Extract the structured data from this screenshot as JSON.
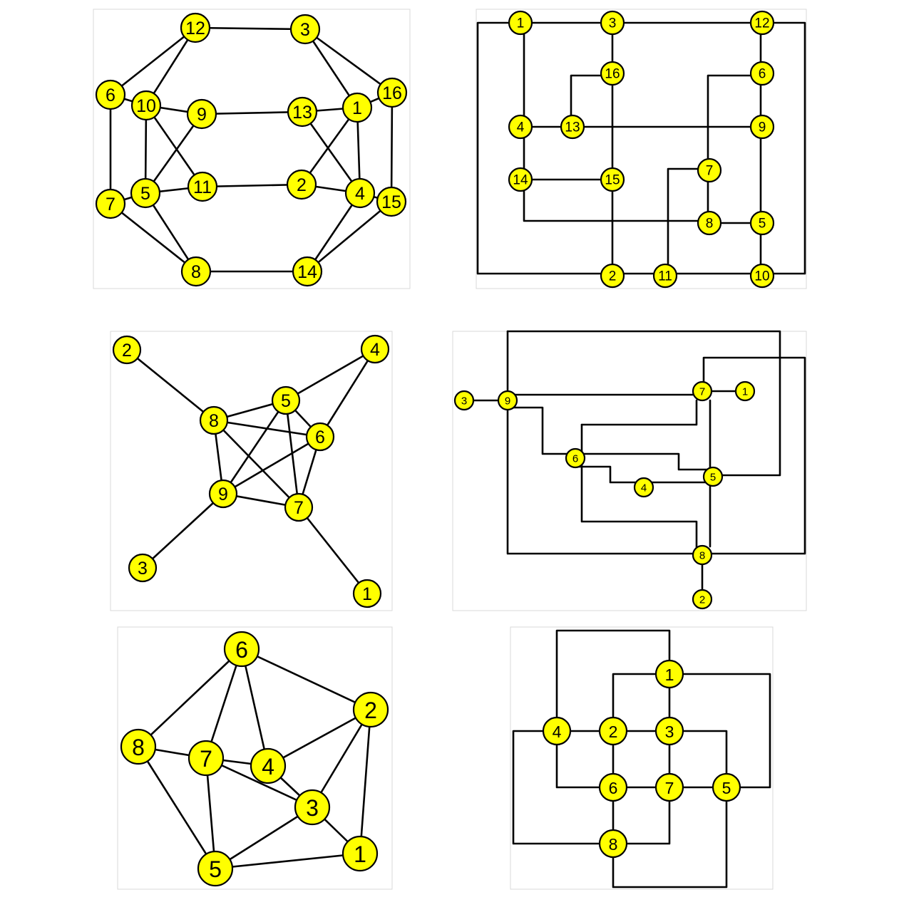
{
  "colors": {
    "node_fill": "#ffff00",
    "node_stroke": "#000000",
    "edge": "#000000",
    "background": "#ffffff"
  },
  "diagrams": [
    {
      "id": "graph-1-force",
      "nodes": [
        "12",
        "3",
        "6",
        "10",
        "16",
        "1",
        "9",
        "13",
        "7",
        "5",
        "11",
        "2",
        "4",
        "15",
        "8",
        "14"
      ],
      "edges": [
        [
          "12",
          "3"
        ],
        [
          "12",
          "6"
        ],
        [
          "12",
          "10"
        ],
        [
          "3",
          "1"
        ],
        [
          "3",
          "16"
        ],
        [
          "6",
          "10"
        ],
        [
          "6",
          "7"
        ],
        [
          "10",
          "9"
        ],
        [
          "10",
          "5"
        ],
        [
          "10",
          "11"
        ],
        [
          "9",
          "13"
        ],
        [
          "9",
          "5"
        ],
        [
          "13",
          "1"
        ],
        [
          "13",
          "4"
        ],
        [
          "1",
          "16"
        ],
        [
          "1",
          "2"
        ],
        [
          "1",
          "4"
        ],
        [
          "16",
          "15"
        ],
        [
          "7",
          "5"
        ],
        [
          "7",
          "8"
        ],
        [
          "5",
          "11"
        ],
        [
          "5",
          "8"
        ],
        [
          "11",
          "2"
        ],
        [
          "2",
          "4"
        ],
        [
          "4",
          "15"
        ],
        [
          "4",
          "14"
        ],
        [
          "15",
          "14"
        ],
        [
          "8",
          "14"
        ]
      ]
    },
    {
      "id": "graph-1-orthogonal",
      "nodes": [
        "1",
        "3",
        "12",
        "16",
        "6",
        "4",
        "13",
        "9",
        "7",
        "14",
        "15",
        "8",
        "5",
        "2",
        "11",
        "10"
      ]
    },
    {
      "id": "graph-2-force",
      "nodes": [
        "2",
        "4",
        "5",
        "8",
        "6",
        "9",
        "7",
        "3",
        "1"
      ],
      "edges": [
        [
          "2",
          "8"
        ],
        [
          "4",
          "5"
        ],
        [
          "4",
          "6"
        ],
        [
          "8",
          "5"
        ],
        [
          "8",
          "6"
        ],
        [
          "8",
          "9"
        ],
        [
          "8",
          "7"
        ],
        [
          "5",
          "6"
        ],
        [
          "5",
          "9"
        ],
        [
          "5",
          "7"
        ],
        [
          "6",
          "9"
        ],
        [
          "6",
          "7"
        ],
        [
          "9",
          "7"
        ],
        [
          "9",
          "3"
        ],
        [
          "7",
          "1"
        ]
      ]
    },
    {
      "id": "graph-2-orthogonal",
      "nodes": [
        "3",
        "9",
        "7",
        "1",
        "6",
        "5",
        "4",
        "8",
        "2"
      ]
    },
    {
      "id": "graph-3-force",
      "nodes": [
        "6",
        "2",
        "8",
        "7",
        "4",
        "3",
        "1",
        "5"
      ],
      "edges": [
        [
          "6",
          "8"
        ],
        [
          "6",
          "7"
        ],
        [
          "6",
          "4"
        ],
        [
          "6",
          "2"
        ],
        [
          "2",
          "4"
        ],
        [
          "2",
          "3"
        ],
        [
          "2",
          "1"
        ],
        [
          "8",
          "7"
        ],
        [
          "8",
          "5"
        ],
        [
          "7",
          "4"
        ],
        [
          "7",
          "3"
        ],
        [
          "7",
          "5"
        ],
        [
          "4",
          "3"
        ],
        [
          "3",
          "1"
        ],
        [
          "3",
          "5"
        ],
        [
          "5",
          "1"
        ]
      ]
    },
    {
      "id": "graph-3-orthogonal",
      "nodes": [
        "1",
        "4",
        "2",
        "3",
        "6",
        "7",
        "5",
        "8"
      ]
    }
  ]
}
